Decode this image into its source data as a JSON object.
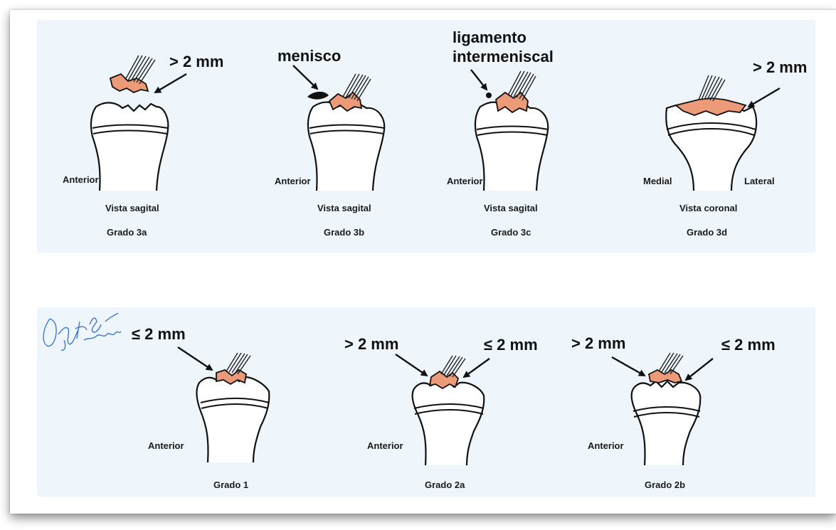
{
  "top_row": [
    {
      "grade": "Grado 3a",
      "view": "Vista sagital",
      "side_left": "Anterior",
      "callouts": [
        "> 2 mm"
      ]
    },
    {
      "grade": "Grado 3b",
      "view": "Vista sagital",
      "side_left": "Anterior",
      "callouts": [
        "menisco"
      ]
    },
    {
      "grade": "Grado 3c",
      "view": "Vista sagital",
      "side_left": "Anterior",
      "callouts": [
        "ligamento",
        "intermeniscal"
      ]
    },
    {
      "grade": "Grado 3d",
      "view": "Vista coronal",
      "side_left": "Medial",
      "side_right": "Lateral",
      "callouts": [
        "> 2 mm"
      ]
    }
  ],
  "bottom_row": [
    {
      "grade": "Grado 1",
      "side_left": "Anterior",
      "callouts": [
        "≤ 2 mm"
      ]
    },
    {
      "grade": "Grado 2a",
      "side_left": "Anterior",
      "callouts": [
        "> 2 mm",
        "≤ 2 mm"
      ]
    },
    {
      "grade": "Grado 2b",
      "side_left": "Anterior",
      "callouts": [
        "> 2 mm",
        "≤ 2 mm"
      ]
    }
  ],
  "signature": "Kady Bole Vazquez",
  "colors": {
    "fragment": "#ec9a78",
    "panel": "#eef5fb",
    "outline": "#111111"
  }
}
